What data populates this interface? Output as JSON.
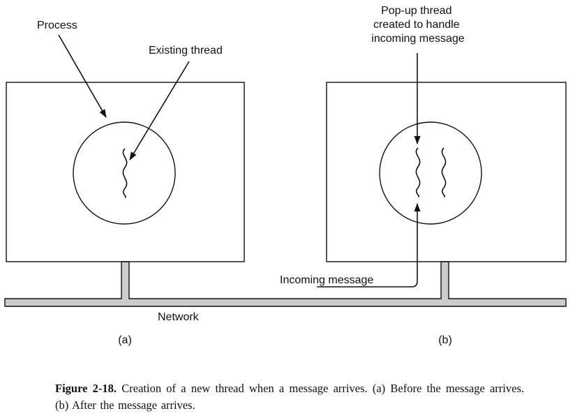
{
  "labels": {
    "process": "Process",
    "existing_thread": "Existing thread",
    "popup_thread_lines": [
      "Pop-up thread",
      "created to handle",
      "incoming message"
    ],
    "incoming_message": "Incoming message",
    "network": "Network",
    "panel_a": "(a)",
    "panel_b": "(b)"
  },
  "caption": {
    "label": "Figure 2-18.",
    "text": "Creation of a new thread when a message arrives. (a) Before the message arrives. (b) After the message arrives."
  },
  "colors": {
    "line": "#111111",
    "network_fill": "#cccccc",
    "background": "#ffffff"
  }
}
